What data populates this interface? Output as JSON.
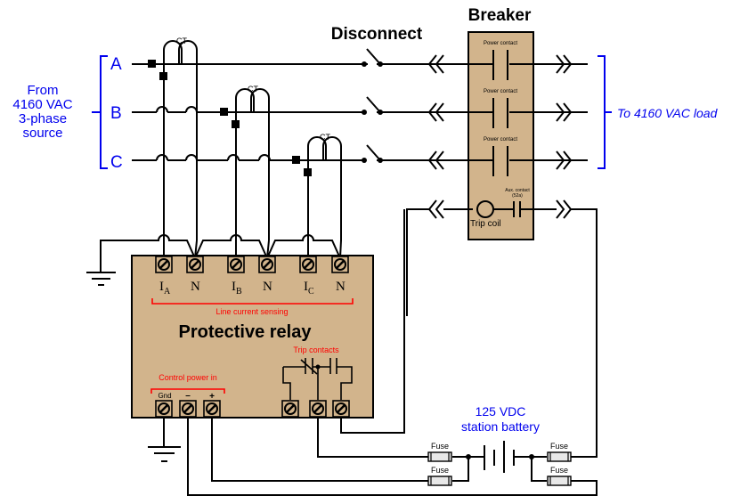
{
  "title_disconnect": "Disconnect",
  "title_breaker": "Breaker",
  "source": {
    "line1": "From",
    "line2": "4160 VAC",
    "line3": "3-phase",
    "line4": "source"
  },
  "phases": [
    "A",
    "B",
    "C"
  ],
  "ct_label": "CT",
  "load_label": "To 4160 VAC load",
  "breaker": {
    "power_contact_label": "Power contact",
    "aux_contact_label": "Aux. contact",
    "aux_contact_sub": "(52a)",
    "trip_coil_label": "Trip coil"
  },
  "relay": {
    "title": "Protective relay",
    "current_terminals": [
      {
        "main": "I",
        "sub": "A"
      },
      {
        "main": "N",
        "sub": ""
      },
      {
        "main": "I",
        "sub": "B"
      },
      {
        "main": "N",
        "sub": ""
      },
      {
        "main": "I",
        "sub": "C"
      },
      {
        "main": "N",
        "sub": ""
      }
    ],
    "line_current_sensing": "Line current sensing",
    "trip_contacts": "Trip contacts",
    "control_power_in": "Control power in",
    "power_terminals": [
      "Gnd",
      "–",
      "+"
    ]
  },
  "battery": {
    "line1": "125 VDC",
    "line2": "station battery"
  },
  "fuse_label": "Fuse",
  "colors": {
    "enclosure": "#d2b48c",
    "annotation_blue": "#0000ee",
    "annotation_red": "#ff0000"
  }
}
